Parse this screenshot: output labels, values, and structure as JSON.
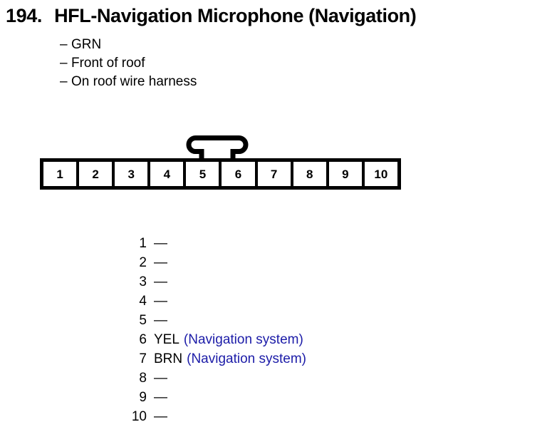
{
  "page": {
    "background": "#ffffff",
    "text_color": "#000000",
    "accent_color": "#1c1ca8"
  },
  "title": {
    "number": "194.",
    "name": "HFL-Navigation Microphone (Navigation)",
    "full": "194.  HFL-Navigation Microphone (Navigation)"
  },
  "notes": {
    "dash": "–",
    "items": [
      {
        "label": "GRN"
      },
      {
        "label": "Front of roof"
      },
      {
        "label": "On roof wire harness"
      }
    ]
  },
  "connector": {
    "pin_count": 10,
    "latch_position": "top-center-between-5-and-6",
    "pins": [
      {
        "number": "1"
      },
      {
        "number": "2"
      },
      {
        "number": "3"
      },
      {
        "number": "4"
      },
      {
        "number": "5"
      },
      {
        "number": "6"
      },
      {
        "number": "7"
      },
      {
        "number": "8"
      },
      {
        "number": "9"
      },
      {
        "number": "10"
      }
    ]
  },
  "pin_list": {
    "empty_marker": "—",
    "rows": [
      {
        "number": "1",
        "code": "",
        "desc": ""
      },
      {
        "number": "2",
        "code": "",
        "desc": ""
      },
      {
        "number": "3",
        "code": "",
        "desc": ""
      },
      {
        "number": "4",
        "code": "",
        "desc": ""
      },
      {
        "number": "5",
        "code": "",
        "desc": ""
      },
      {
        "number": "6",
        "code": "YEL",
        "desc": "(Navigation system)"
      },
      {
        "number": "7",
        "code": "BRN",
        "desc": "(Navigation system)"
      },
      {
        "number": "8",
        "code": "",
        "desc": ""
      },
      {
        "number": "9",
        "code": "",
        "desc": ""
      },
      {
        "number": "10",
        "code": "",
        "desc": ""
      }
    ]
  }
}
